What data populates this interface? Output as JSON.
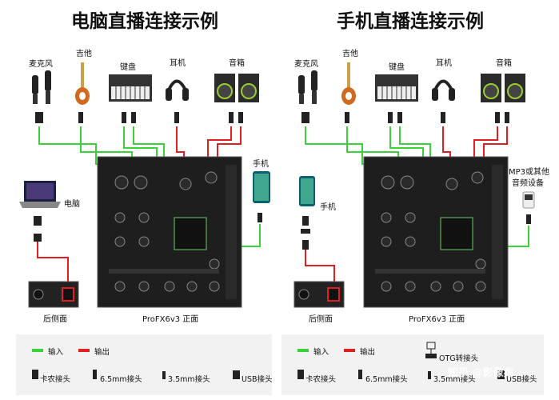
{
  "left": {
    "title": "电脑直播连接示例",
    "labels": {
      "mic": "麦克风",
      "guitar": "吉他",
      "keyboard": "键盘",
      "headphones": "耳机",
      "speakers": "音箱",
      "phone": "手机",
      "computer": "电脑",
      "rear": "后侧面",
      "mixer": "ProFX6v3 正面"
    }
  },
  "right": {
    "title": "手机直播连接示例",
    "labels": {
      "mic": "麦克风",
      "guitar": "吉他",
      "keyboard": "键盘",
      "headphones": "耳机",
      "speakers": "音箱",
      "mp3": "MP3或其他",
      "mp3b": "音频设备",
      "phone": "手机",
      "rear": "后侧面",
      "mixer": "ProFX6v3 正面"
    }
  },
  "legend": {
    "input": "输入",
    "output": "输出",
    "xlr": "卡农接头",
    "jack65": "6.5mm接头",
    "jack35": "3.5mm接头",
    "usb": "USB接头",
    "otg": "OTG转接头"
  },
  "watermark": "知乎 @影像狗",
  "colors": {
    "input": "#3ad23a",
    "output": "#e02020"
  }
}
